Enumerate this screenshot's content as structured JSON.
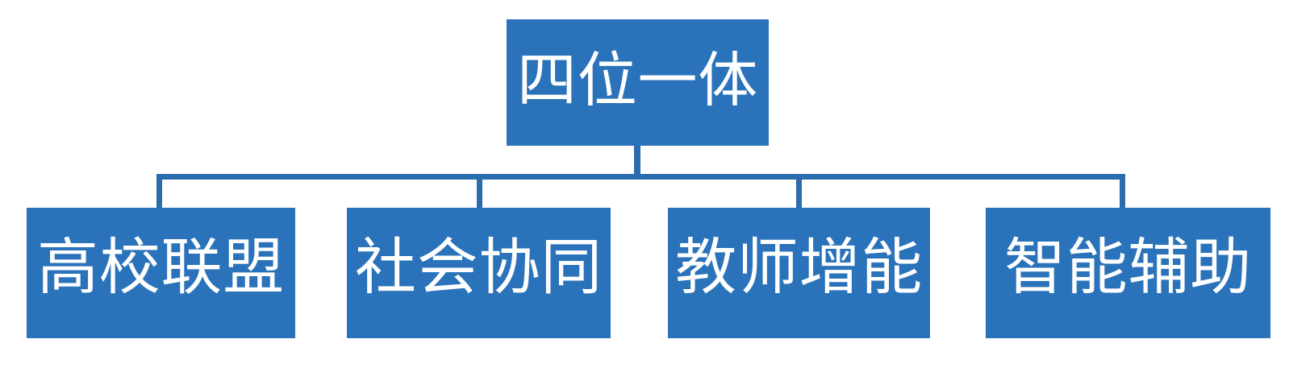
{
  "diagram": {
    "title": "四位一体",
    "type": "organizational-hierarchy",
    "colors": {
      "node_fill": "#2a73ba",
      "connector": "#2b6cad",
      "label_text": "#ffffff",
      "background": "#ffffff"
    },
    "root": {
      "label": "四位一体"
    },
    "children": [
      {
        "label": "高校联盟"
      },
      {
        "label": "社会协同"
      },
      {
        "label": "教师增能"
      },
      {
        "label": "智能辅助"
      }
    ]
  }
}
